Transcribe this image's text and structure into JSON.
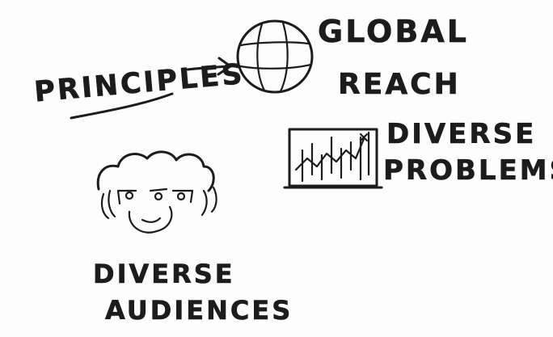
{
  "labels": {
    "principles": "PRINCIPLES",
    "global": "GLOBAL",
    "reach": "REACH",
    "diverse_1": "DIVERSE",
    "problems": "PROBLEMS",
    "diverse_2": "DIVERSE",
    "audiences": "AUDIENCES"
  },
  "icons": {
    "arrow": "arrow-right-icon",
    "globe": "globe-icon",
    "chart": "bar-chart-icon",
    "audience": "people-group-icon"
  },
  "colors": {
    "ink": "#1c1c1c",
    "paper": "#fdfdfd"
  }
}
